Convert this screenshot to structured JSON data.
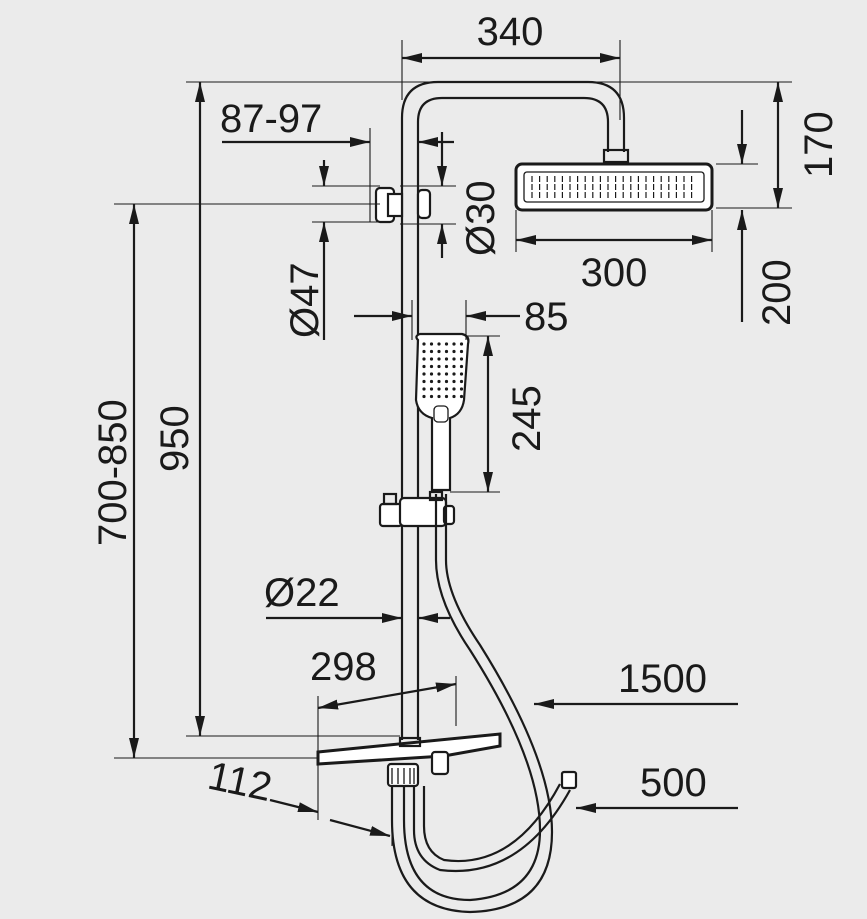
{
  "dimensions": {
    "width_340": "340",
    "offset_87_97": "87-97",
    "dia_30": "Ø30",
    "dia_47": "Ø47",
    "height_170": "170",
    "width_300": "300",
    "height_200": "200",
    "width_85": "85",
    "height_245": "245",
    "height_950": "950",
    "height_700_850": "700-850",
    "dia_22": "Ø22",
    "width_298": "298",
    "length_1500": "1500",
    "length_112": "112",
    "length_500": "500"
  }
}
